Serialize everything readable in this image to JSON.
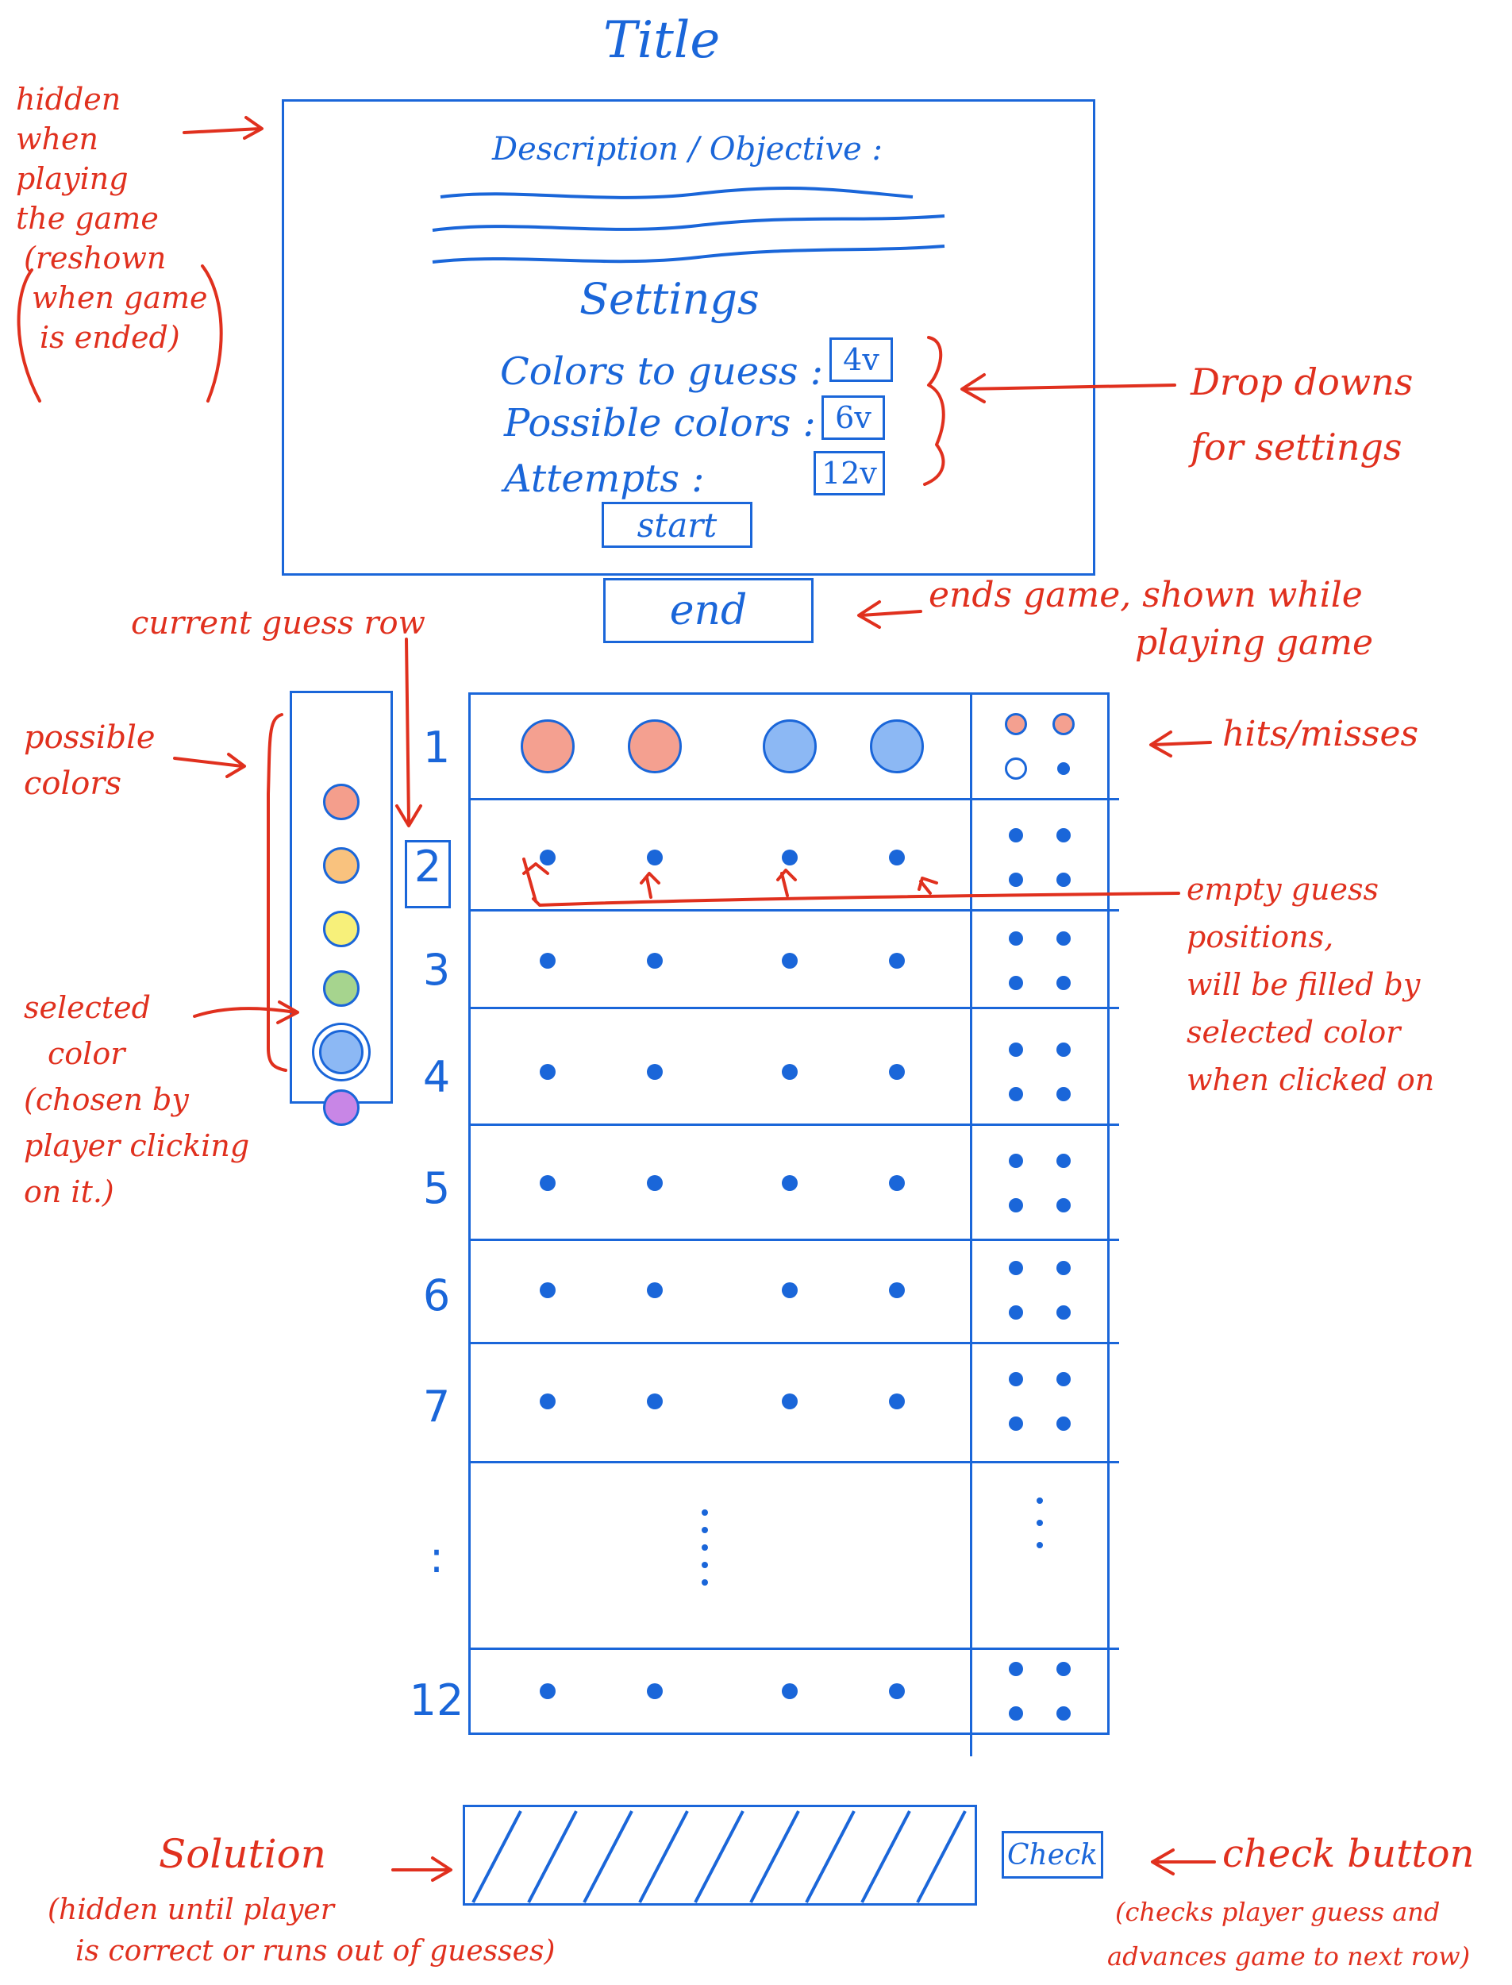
{
  "title": "Title",
  "panel": {
    "description_label": "Description / Objective :",
    "settings_heading": "Settings",
    "settings": [
      {
        "label": "Colors to guess :",
        "value": "4v"
      },
      {
        "label": "Possible colors :",
        "value": "6v"
      },
      {
        "label": "Attempts :",
        "value": "12v"
      }
    ],
    "start_label": "start"
  },
  "end_label": "end",
  "check_label": "Check",
  "rows": {
    "numbers": [
      "1",
      "2",
      "3",
      "4",
      "5",
      "6",
      "7",
      ":",
      "12"
    ],
    "row1_guess_colors": [
      "#f4a090",
      "#f4a090",
      "#8cb8f4",
      "#8cb8f4"
    ],
    "row1_feedback": [
      "hit",
      "hit",
      "miss",
      "empty"
    ]
  },
  "palette": [
    "#f49e8c",
    "#f9c27e",
    "#f7f07a",
    "#a6d48e",
    "#8cb8f4",
    "#c886e6"
  ],
  "annotations": {
    "hidden_when_playing": [
      "hidden",
      "when",
      "playing",
      "the game",
      "(reshown",
      "when game",
      "is ended)"
    ],
    "dropdowns": [
      "Drop downs",
      "for settings"
    ],
    "ends_game": [
      "ends game, shown while",
      "playing game"
    ],
    "current_guess_row": "current guess row",
    "possible_colors": [
      "possible",
      "colors"
    ],
    "hits_misses": "hits/misses",
    "empty_positions": [
      "empty guess",
      "positions,",
      "will be filled by",
      "selected color",
      "when clicked on"
    ],
    "selected_color": [
      "selected",
      "color",
      "(chosen by",
      "player clicking",
      "on it.)"
    ],
    "solution": "Solution",
    "solution_note": [
      "(hidden until player",
      "is correct or runs out of guesses)"
    ],
    "check_button": "check button",
    "check_note": [
      "(checks player guess and",
      "advances game to next row)"
    ]
  },
  "colors": {
    "ink_blue": "#1a66d9",
    "ink_red": "#e0301e"
  }
}
